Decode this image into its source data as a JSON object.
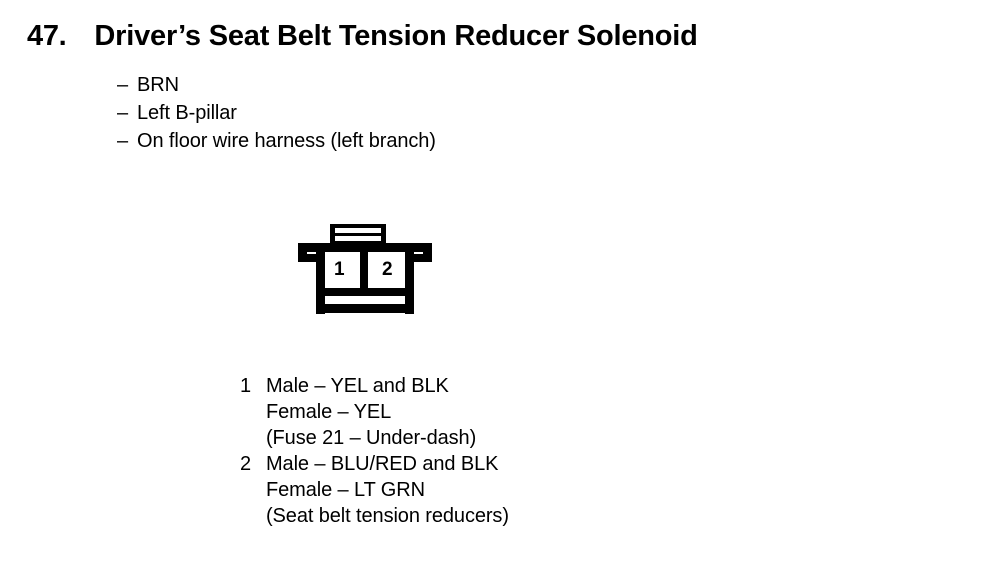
{
  "page": {
    "background_color": "#ffffff",
    "ink_color": "#000000"
  },
  "header": {
    "number": "47.",
    "title": "Driver’s Seat Belt Tension Reducer Solenoid"
  },
  "attributes": {
    "dash": "–",
    "items": [
      {
        "text": "BRN"
      },
      {
        "text": "Left B-pillar"
      },
      {
        "text": "On floor wire harness (left branch)"
      }
    ]
  },
  "connector": {
    "name": "two-cavity-connector",
    "cavities": [
      {
        "number": "1"
      },
      {
        "number": "2"
      }
    ]
  },
  "legend": {
    "groups": [
      {
        "index": "1",
        "lines": [
          "Male – YEL and BLK",
          "Female – YEL",
          "(Fuse 21 – Under-dash)"
        ]
      },
      {
        "index": "2",
        "lines": [
          "Male – BLU/RED and BLK",
          "Female – LT GRN",
          "(Seat belt tension reducers)"
        ]
      }
    ]
  }
}
